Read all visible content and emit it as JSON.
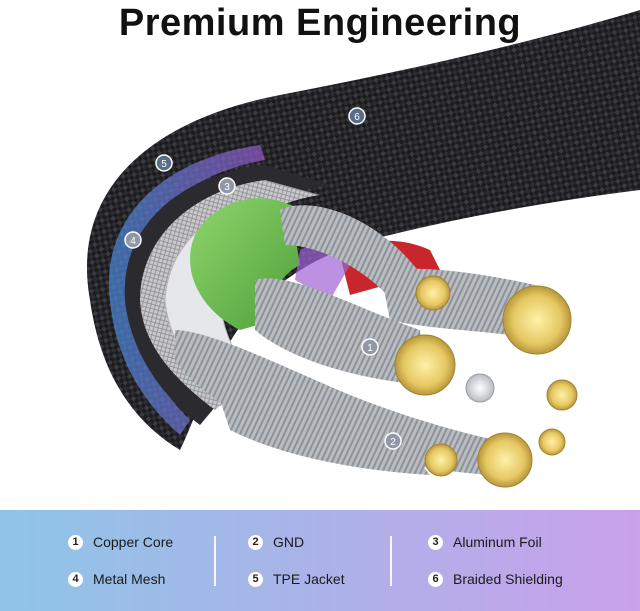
{
  "title": "Premium Engineering",
  "colors": {
    "legend_gradient_start": "#8ec5e8",
    "legend_gradient_end": "#c9a0ea",
    "title_color": "#111111"
  },
  "callouts": [
    "1",
    "2",
    "3",
    "4",
    "5",
    "6"
  ],
  "legend": [
    {
      "number": "1",
      "label": "Copper Core"
    },
    {
      "number": "2",
      "label": "GND"
    },
    {
      "number": "3",
      "label": "Aluminum Foil"
    },
    {
      "number": "4",
      "label": "Metal Mesh"
    },
    {
      "number": "5",
      "label": "TPE Jacket"
    },
    {
      "number": "6",
      "label": "Braided Shielding"
    }
  ]
}
